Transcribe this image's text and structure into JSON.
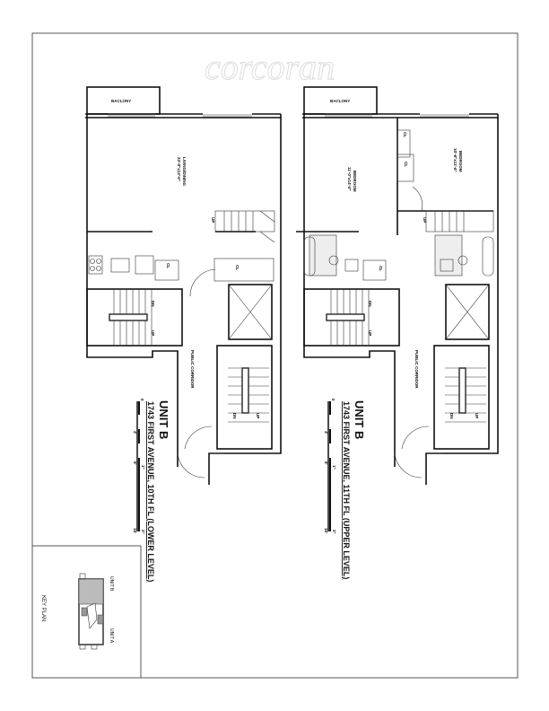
{
  "watermark": "corcoran",
  "plans": [
    {
      "balcony": "BACLONY",
      "rooms": [
        {
          "name": "LIVING/DINING",
          "dims": "23'-0\"x13'-0\""
        }
      ],
      "closet": "CL",
      "up": "UP",
      "down": "DN",
      "corridor": "PUBLIC CORRIDOR",
      "title": "UNIT B",
      "subtitle": "1743 FIRST AVENUE, 10TH FL (LOWER LEVEL)"
    },
    {
      "balcony": "BACLONY",
      "rooms": [
        {
          "name": "BEDROOM",
          "dims": "11'-0\"x14'-0\""
        },
        {
          "name": "BEDROOM",
          "dims": "10'-6\"x11'-6\""
        }
      ],
      "closet": "CL",
      "up": "UP",
      "down": "DN",
      "corridor": "PUBLIC CORRIDOR",
      "title": "UNIT B",
      "subtitle": "1743 FIRST AVENUE, 11TH FL (UPPER LEVEL)"
    }
  ],
  "scale": {
    "feet": [
      "0",
      "4'",
      "8'",
      "16'"
    ],
    "inches": [
      "1\"",
      "2\""
    ]
  },
  "key_plan": {
    "title": "KEY PLAN",
    "unit_b": "UNIT B",
    "unit_a": "UNIT A"
  }
}
